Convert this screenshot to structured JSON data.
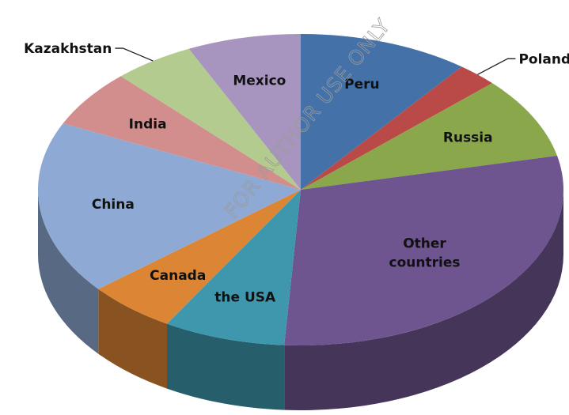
{
  "chart_data": {
    "type": "pie",
    "style": "3d",
    "title": "",
    "legend": "none",
    "start": "top",
    "direction": "clockwise",
    "slices": [
      {
        "label": "Peru",
        "value": 10.5,
        "color": "#4472a8"
      },
      {
        "label": "Poland",
        "value": 2.5,
        "color": "#b94a47"
      },
      {
        "label": "Russia",
        "value": 8.5,
        "color": "#8aa84b"
      },
      {
        "label": "Other countries",
        "value": 29.5,
        "color": "#6e558f"
      },
      {
        "label": "the USA",
        "value": 7.5,
        "color": "#3e97ad"
      },
      {
        "label": "Canada",
        "value": 5.5,
        "color": "#dc8535"
      },
      {
        "label": "China",
        "value": 18.0,
        "color": "#8ea9d3"
      },
      {
        "label": "India",
        "value": 6.0,
        "color": "#d18e8c"
      },
      {
        "label": "Kazakhstan",
        "value": 5.0,
        "color": "#b3cb8f"
      },
      {
        "label": "Mexico",
        "value": 7.0,
        "color": "#a795c0"
      }
    ]
  },
  "watermark": "FOR AUTHOR USE ONLY"
}
